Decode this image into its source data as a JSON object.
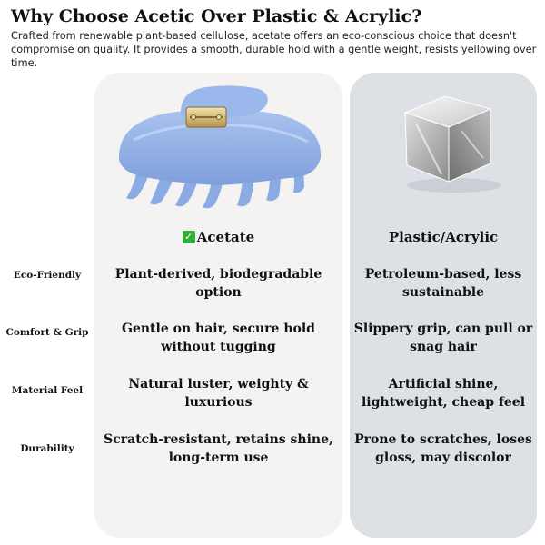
{
  "title": "Why Choose Acetic Over Plastic & Acrylic?",
  "subtitle": "Crafted from renewable plant-based cellulose, acetate offers an eco-conscious choice that doesn't compromise on quality. It provides a smooth, durable hold with a gentle weight, resists yellowing over time.",
  "colors": {
    "acetate_panel": "#f5f3f1",
    "plastic_panel": "#dde0e5",
    "claw_blue": "#8fb0e6",
    "check_green": "#2fae39"
  },
  "columns": {
    "acetate": {
      "label": "Acetate",
      "icon": "check-mark-icon",
      "image": "blue-acetate-claw-clip"
    },
    "plastic": {
      "label": "Plastic/Acrylic",
      "image": "clear-acrylic-cube"
    }
  },
  "rows": [
    {
      "label": "Eco-Friendly",
      "acetate": "Plant-derived, biodegradable option",
      "plastic": "Petroleum-based, less sustainable"
    },
    {
      "label": "Comfort & Grip",
      "acetate": "Gentle on hair, secure hold without tugging",
      "plastic": "Slippery grip, can pull or snag hair"
    },
    {
      "label": "Material Feel",
      "acetate": "Natural luster, weighty & luxurious",
      "plastic": "Artificial shine, lightweight, cheap feel"
    },
    {
      "label": "Durability",
      "acetate": "Scratch-resistant, retains shine, long-term use",
      "plastic": "Prone to scratches, loses gloss, may discolor"
    }
  ]
}
